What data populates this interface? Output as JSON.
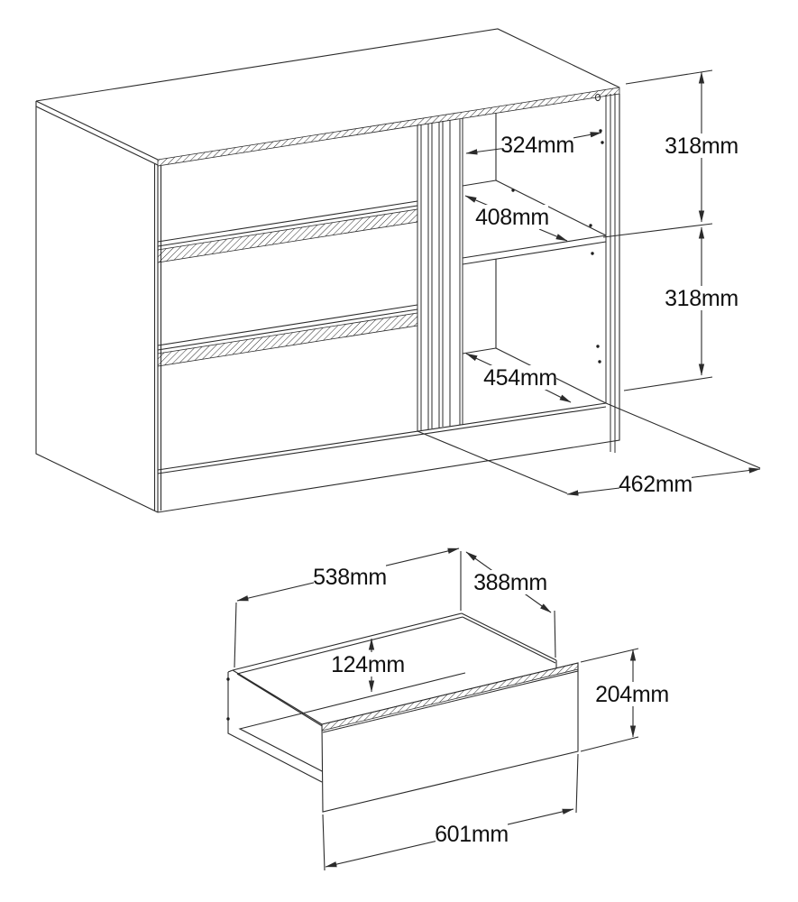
{
  "diagram": {
    "background_color": "#ffffff",
    "line_color": "#2b2b2b",
    "text_color": "#101010",
    "cabinet_view": {
      "dims": {
        "opening_width": "324mm",
        "upper_height": "318mm",
        "shelf_depth": "408mm",
        "lower_height": "318mm",
        "floor_depth": "454mm",
        "total_depth": "462mm"
      }
    },
    "drawer_view": {
      "dims": {
        "inner_width": "538mm",
        "inner_depth": "388mm",
        "inner_height": "124mm",
        "front_height": "204mm",
        "front_width": "601mm"
      }
    }
  }
}
